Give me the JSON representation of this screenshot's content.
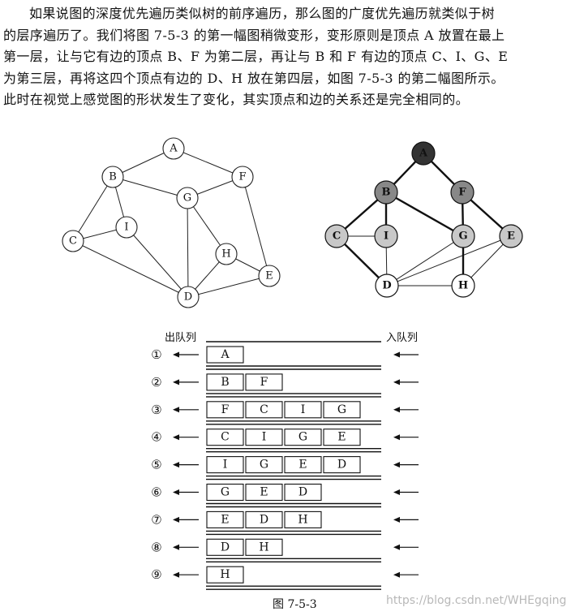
{
  "paragraph": {
    "line1": "如果说图的深度优先遍历类似树的前序遍历，那么图的广度优先遍历就类似于树",
    "line2": "的层序遍历了。我们将图 7-5-3 的第一幅图稍微变形，变形原则是顶点 A 放置在最上",
    "line3": "第一层，让与它有边的顶点 B、F 为第二层，再让与 B 和 F 有边的顶点 C、I、G、E",
    "line4": "为第三层，再将这四个顶点有边的 D、H 放在第四层，如图 7-5-3 的第二幅图所示。",
    "line5": "此时在视觉上感觉图的形状发生了变化，其实顶点和边的关系还是完全相同的。"
  },
  "graph1": {
    "nodes": [
      "A",
      "B",
      "F",
      "G",
      "I",
      "C",
      "H",
      "E",
      "D"
    ],
    "edges": [
      [
        "A",
        "B"
      ],
      [
        "A",
        "F"
      ],
      [
        "B",
        "G"
      ],
      [
        "F",
        "G"
      ],
      [
        "F",
        "E"
      ],
      [
        "B",
        "I"
      ],
      [
        "B",
        "C"
      ],
      [
        "C",
        "I"
      ],
      [
        "C",
        "D"
      ],
      [
        "I",
        "D"
      ],
      [
        "G",
        "D"
      ],
      [
        "G",
        "H"
      ],
      [
        "H",
        "D"
      ],
      [
        "H",
        "E"
      ],
      [
        "D",
        "E"
      ]
    ]
  },
  "graph2": {
    "nodes": [
      "A",
      "B",
      "F",
      "C",
      "I",
      "G",
      "E",
      "D",
      "H"
    ],
    "fills": {
      "A": "#333333",
      "B": "#888888",
      "F": "#888888",
      "C": "#c8c8c8",
      "I": "#c8c8c8",
      "G": "#c8c8c8",
      "E": "#c8c8c8",
      "D": "#ffffff",
      "H": "#ffffff"
    }
  },
  "queue": {
    "out_label": "出队列",
    "in_label": "入队列",
    "rows": [
      {
        "step": "①",
        "items": [
          "A"
        ]
      },
      {
        "step": "②",
        "items": [
          "B",
          "F"
        ]
      },
      {
        "step": "③",
        "items": [
          "F",
          "C",
          "I",
          "G"
        ]
      },
      {
        "step": "④",
        "items": [
          "C",
          "I",
          "G",
          "E"
        ]
      },
      {
        "step": "⑤",
        "items": [
          "I",
          "G",
          "E",
          "D"
        ]
      },
      {
        "step": "⑥",
        "items": [
          "G",
          "E",
          "D"
        ]
      },
      {
        "step": "⑦",
        "items": [
          "E",
          "D",
          "H"
        ]
      },
      {
        "step": "⑧",
        "items": [
          "D",
          "H"
        ]
      },
      {
        "step": "⑨",
        "items": [
          "H"
        ]
      }
    ]
  },
  "caption": "图 7-5-3",
  "watermark": "https://blog.csdn.net/WHEgqing"
}
